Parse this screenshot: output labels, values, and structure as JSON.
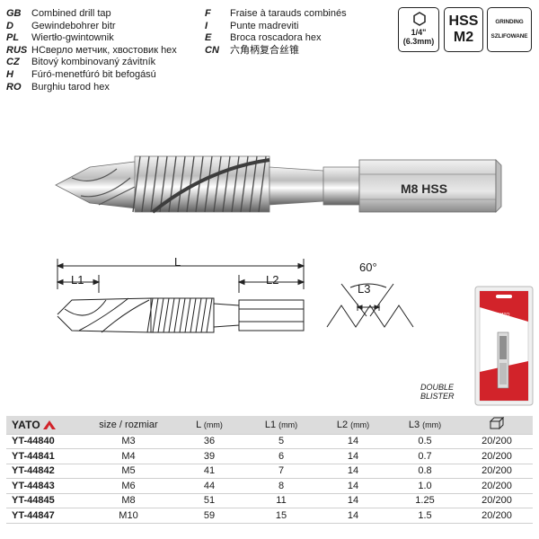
{
  "languages_left": [
    {
      "code": "GB",
      "text": "Combined drill tap"
    },
    {
      "code": "D",
      "text": "Gewindebohrer bitr"
    },
    {
      "code": "PL",
      "text": "Wiertło-gwintownik"
    },
    {
      "code": "RUS",
      "text": "НСверло метчик, хвостовик hex"
    },
    {
      "code": "CZ",
      "text": "Bitový kombinovaný závitník"
    },
    {
      "code": "H",
      "text": "Fúró-menetfúró bit befogású"
    },
    {
      "code": "RO",
      "text": "Burghiu tarod hex"
    }
  ],
  "languages_right": [
    {
      "code": "F",
      "text": "Fraise à tarauds combinés"
    },
    {
      "code": "I",
      "text": "Punte madreviti"
    },
    {
      "code": "E",
      "text": "Broca roscadora hex"
    },
    {
      "code": "CN",
      "text": "六角柄复合丝锥"
    }
  ],
  "badges": {
    "hex_icon": "hexagon-icon",
    "hex_size_line1": "1/4\"",
    "hex_size_line2": "(6.3mm)",
    "material_line1": "HSS",
    "material_line2": "M2",
    "grinding_line1": "GRINDING",
    "grinding_line2": "SZLIFOWANE"
  },
  "photo": {
    "shank_marking": "M8 HSS"
  },
  "drawing": {
    "label_L": "L",
    "label_L1": "L1",
    "label_L2": "L2",
    "label_L3": "L3",
    "angle_label": "60°"
  },
  "packaging": {
    "line1": "DOUBLE",
    "line2": "BLISTER"
  },
  "table": {
    "brand": "YATO",
    "headers": [
      {
        "name": "size / rozmiar",
        "unit": ""
      },
      {
        "name": "L",
        "unit": "(mm)"
      },
      {
        "name": "L1",
        "unit": "(mm)"
      },
      {
        "name": "L2",
        "unit": "(mm)"
      },
      {
        "name": "L3",
        "unit": "(mm)"
      },
      {
        "name": "",
        "unit": "",
        "icon": "box-icon"
      }
    ],
    "rows": [
      {
        "code": "YT-44840",
        "size": "M3",
        "L": "36",
        "L1": "5",
        "L2": "14",
        "L3": "0.5",
        "pack": "20/200"
      },
      {
        "code": "YT-44841",
        "size": "M4",
        "L": "39",
        "L1": "6",
        "L2": "14",
        "L3": "0.7",
        "pack": "20/200"
      },
      {
        "code": "YT-44842",
        "size": "M5",
        "L": "41",
        "L1": "7",
        "L2": "14",
        "L3": "0.8",
        "pack": "20/200"
      },
      {
        "code": "YT-44843",
        "size": "M6",
        "L": "44",
        "L1": "8",
        "L2": "14",
        "L3": "1.0",
        "pack": "20/200"
      },
      {
        "code": "YT-44845",
        "size": "M8",
        "L": "51",
        "L1": "11",
        "L2": "14",
        "L3": "1.25",
        "pack": "20/200"
      },
      {
        "code": "YT-44847",
        "size": "M10",
        "L": "59",
        "L1": "15",
        "L2": "14",
        "L3": "1.5",
        "pack": "20/200"
      }
    ]
  },
  "colors": {
    "header_bg": "#dcdcdc",
    "logo_red": "#d2232a",
    "steel_light": "#e6e6e6",
    "steel_dark": "#5a5a5a"
  }
}
